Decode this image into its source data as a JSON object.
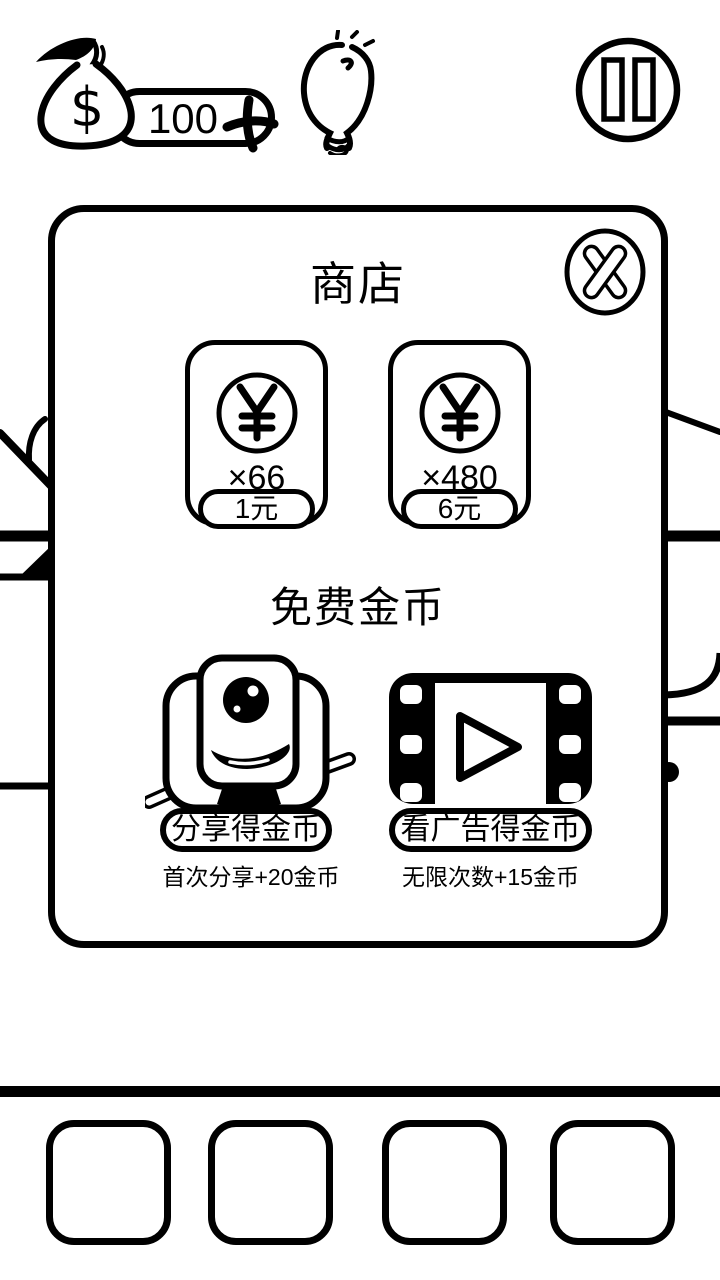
{
  "hud": {
    "coins": {
      "icon": "money-bag-icon",
      "bag_symbol": "$",
      "value": "100",
      "add_icon": "plus-icon"
    },
    "hint": {
      "icon": "lightbulb-icon"
    },
    "pause": {
      "icon": "pause-icon"
    }
  },
  "shop": {
    "title": "商店",
    "close_icon": "close-x-icon",
    "products": [
      {
        "currency": "¥",
        "amount": "×66",
        "price": "1元"
      },
      {
        "currency": "¥",
        "amount": "×480",
        "price": "6元"
      }
    ],
    "free": {
      "title": "免费金币",
      "share": {
        "icon": "mascot-share-icon",
        "label": "分享得金币",
        "caption": "首次分享+20金币"
      },
      "ad": {
        "icon": "film-play-icon",
        "label": "看广告得金币",
        "caption": "无限次数+15金币"
      }
    }
  },
  "inventory": {
    "slot_count": 4
  },
  "colors": {
    "ink": "#000000",
    "background": "#ffffff"
  }
}
